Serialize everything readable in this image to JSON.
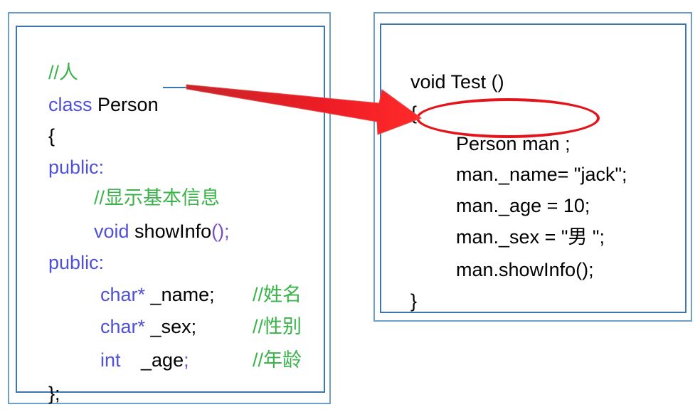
{
  "left_code": {
    "comment_person": "//人",
    "class_kw": "class",
    "class_name": " Person",
    "open_brace": "{",
    "public1": "public",
    "colon1": ":",
    "comment_show": "//显示基本信息",
    "void_kw": "void",
    "show_fn": " showInfo",
    "show_parens": "();",
    "public2": "public",
    "colon2": ":",
    "char1_kw": "char*",
    "name_var": " _name;",
    "comment_name": "//姓名",
    "char2_kw": "char*",
    "sex_var": " _sex;",
    "comment_sex": "//性别",
    "int_kw": "int",
    "age_var": "_age",
    "age_semi": ";",
    "comment_age": "//年龄",
    "close_brace": "};"
  },
  "right_code": {
    "void_test": "void Test ()",
    "open_brace": "{",
    "person_man": "Person man ;",
    "name_assign": "man._name= \"jack\";",
    "age_assign": "man._age = 10;",
    "sex_assign": "man._sex = \"男 \";",
    "show_call": "man.showInfo();",
    "close_brace": "}"
  },
  "colors": {
    "keyword": "#5050d8",
    "comment": "#3ab34a",
    "arrow": "#e3151b",
    "border": "#3a76b0"
  }
}
